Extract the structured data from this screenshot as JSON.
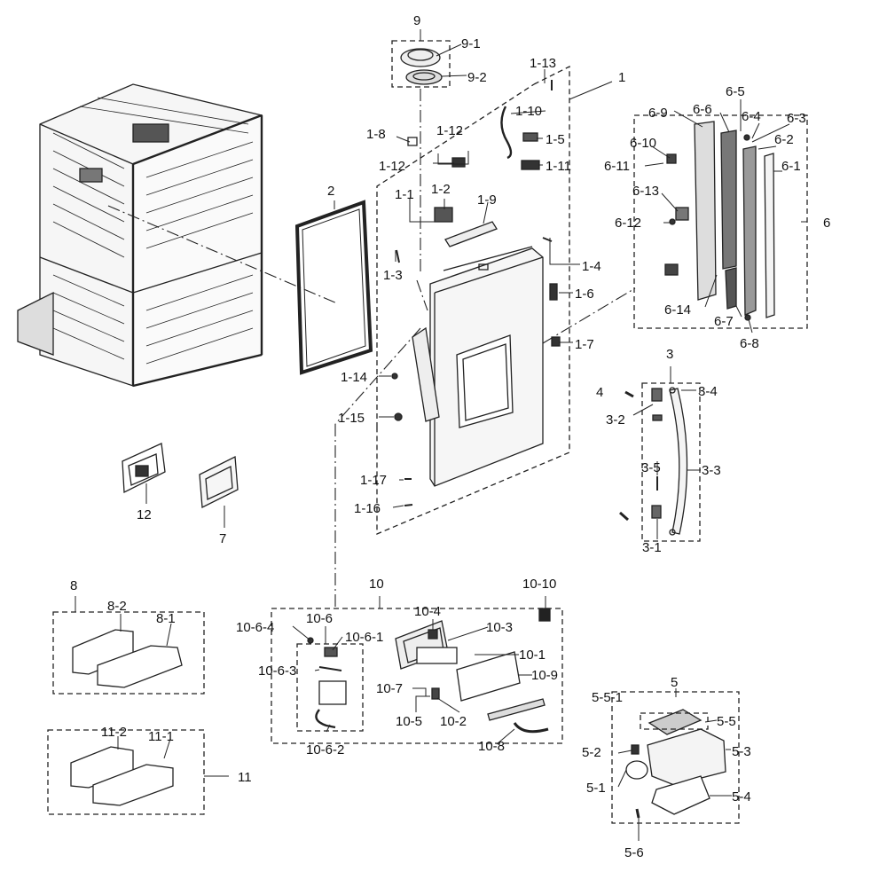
{
  "labels": {
    "l_1": "1",
    "l_1_1": "1-1",
    "l_1_2": "1-2",
    "l_1_3": "1-3",
    "l_1_4": "1-4",
    "l_1_5": "1-5",
    "l_1_6": "1-6",
    "l_1_7": "1-7",
    "l_1_8": "1-8",
    "l_1_9": "1-9",
    "l_1_10": "1-10",
    "l_1_11": "1-11",
    "l_1_12a": "1-12",
    "l_1_12b": "1-12",
    "l_1_13": "1-13",
    "l_1_14": "1-14",
    "l_1_15": "1-15",
    "l_1_16": "1-16",
    "l_1_17": "1-17",
    "l_2": "2",
    "l_3": "3",
    "l_3_1": "3-1",
    "l_3_2": "3-2",
    "l_3_3": "3-3",
    "l_3_4": "3-4",
    "l_3_5": "3-5",
    "l_4": "4",
    "l_5": "5",
    "l_5_1": "5-1",
    "l_5_2": "5-2",
    "l_5_3": "5-3",
    "l_5_4": "5-4",
    "l_5_5": "5-5",
    "l_5_5_1": "5-5-1",
    "l_5_6": "5-6",
    "l_6": "6",
    "l_6_1": "6-1",
    "l_6_2": "6-2",
    "l_6_3": "6-3",
    "l_6_4": "6-4",
    "l_6_5": "6-5",
    "l_6_6": "6-6",
    "l_6_7": "6-7",
    "l_6_8": "6-8",
    "l_6_9": "6-9",
    "l_6_10": "6-10",
    "l_6_11": "6-11",
    "l_6_12": "6-12",
    "l_6_13": "6-13",
    "l_6_14": "6-14",
    "l_7": "7",
    "l_8": "8",
    "l_8_1": "8-1",
    "l_8_2": "8-2",
    "l_9": "9",
    "l_9_1": "9-1",
    "l_9_2": "9-2",
    "l_10": "10",
    "l_10_1": "10-1",
    "l_10_2": "10-2",
    "l_10_3": "10-3",
    "l_10_4": "10-4",
    "l_10_5": "10-5",
    "l_10_6": "10-6",
    "l_10_6_1": "10-6-1",
    "l_10_6_2": "10-6-2",
    "l_10_6_3": "10-6-3",
    "l_10_6_4": "10-6-4",
    "l_10_7": "10-7",
    "l_10_8": "10-8",
    "l_10_9": "10-9",
    "l_10_10": "10-10",
    "l_11": "11",
    "l_11_1": "11-1",
    "l_11_2": "11-2",
    "l_12": "12"
  },
  "colors": {
    "line": "#222222",
    "part_fill": "#f4f4f4",
    "part_dark": "#333333"
  }
}
